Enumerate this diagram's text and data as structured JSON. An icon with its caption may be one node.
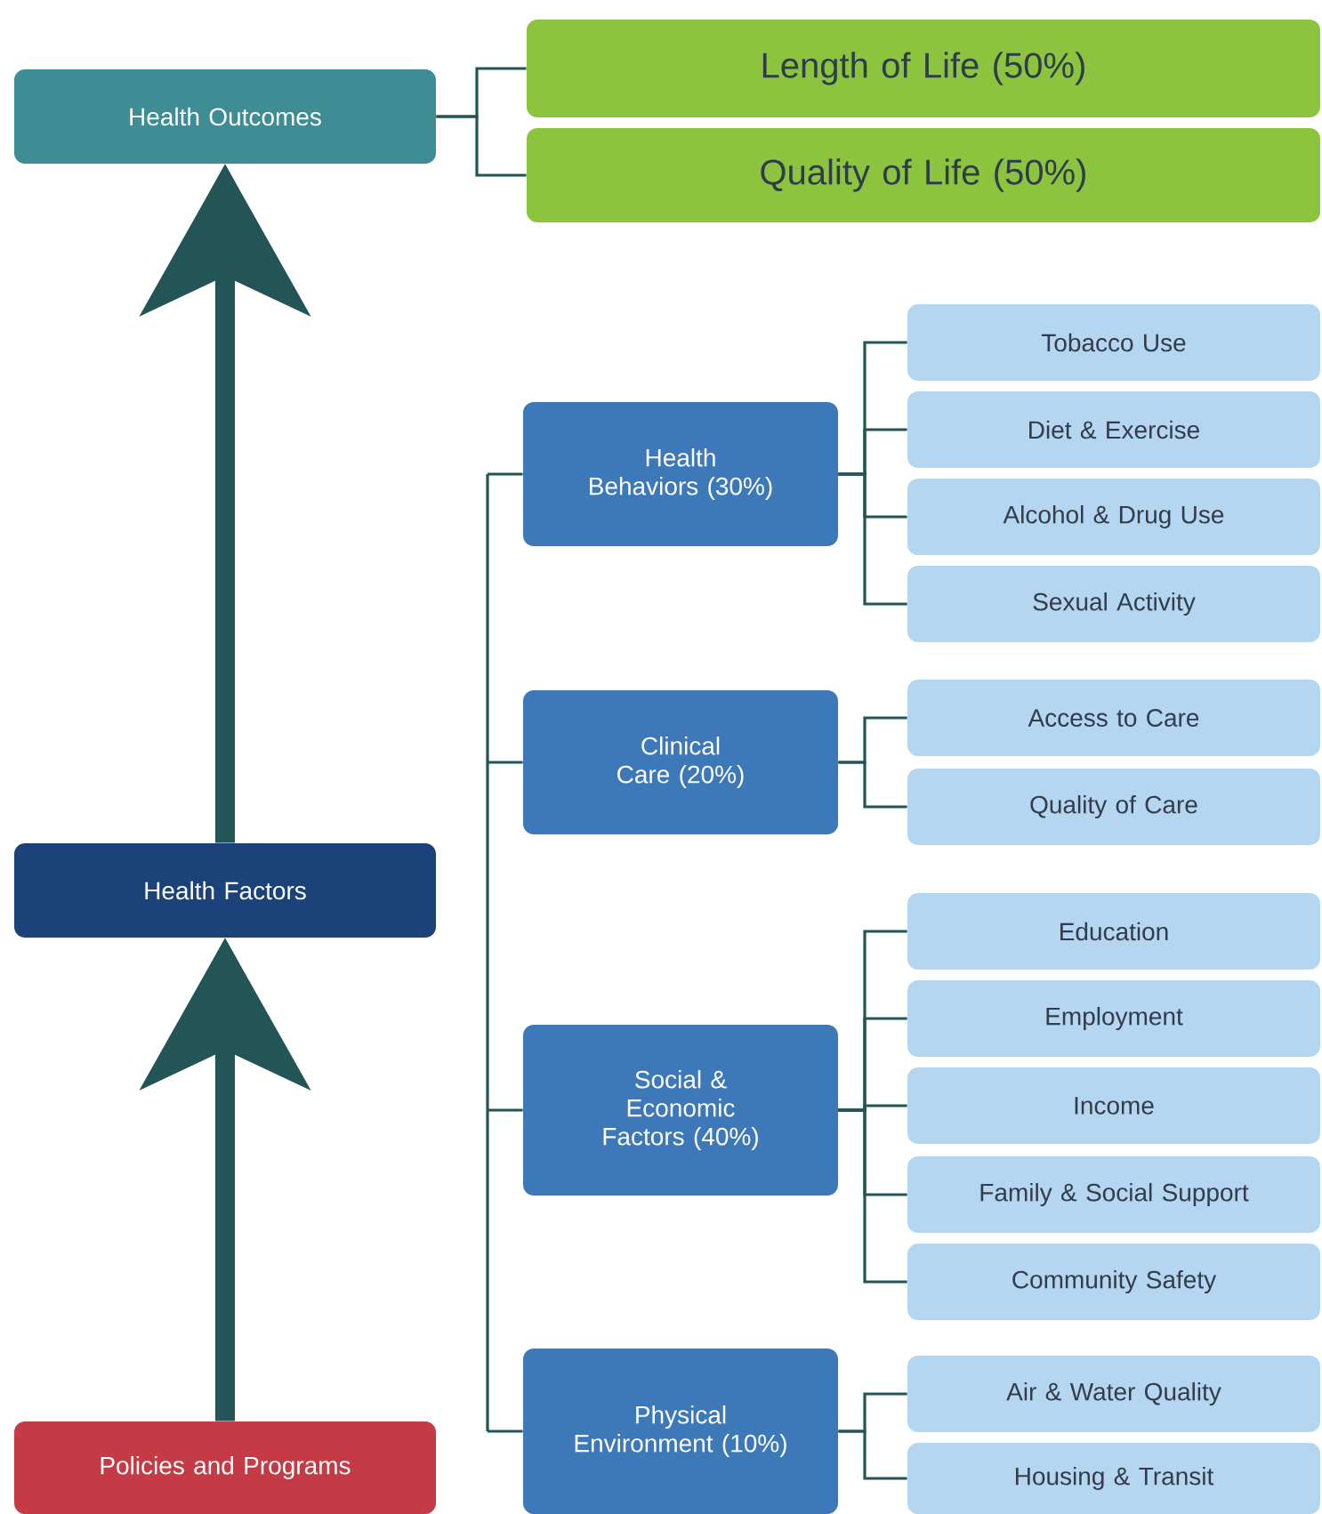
{
  "diagram": {
    "nodes": [
      {
        "text": [
          "Health Outcomes"
        ]
      },
      {
        "text": [
          "Length of Life (50%)"
        ]
      },
      {
        "text": [
          "Quality of Life (50%)"
        ]
      },
      {
        "text": [
          "Health Factors"
        ]
      },
      {
        "text": [
          "Health Behaviors (30%)"
        ]
      },
      {
        "text": [
          "Tobacco Use"
        ]
      },
      {
        "text": [
          "Diet & Exercise"
        ]
      },
      {
        "text": [
          "Alcohol & Drug Use"
        ]
      },
      {
        "text": [
          "Sexual Activity"
        ]
      },
      {
        "text": [
          "Clinical Care (20%)"
        ]
      },
      {
        "text": [
          "Access to Care"
        ]
      },
      {
        "text": [
          "Quality of Care"
        ]
      },
      {
        "text": [
          "Social & Economic Factors (40%)"
        ]
      },
      {
        "text": [
          "Education"
        ]
      },
      {
        "text": [
          "Employment"
        ]
      },
      {
        "text": [
          "Income"
        ]
      },
      {
        "text": [
          "Family & Social Support"
        ]
      },
      {
        "text": [
          "Community Safety"
        ]
      },
      {
        "text": [
          "Physical Environment (10%)"
        ]
      },
      {
        "text": [
          "Air & Water Quality"
        ]
      },
      {
        "text": [
          "Housing & Transit"
        ]
      },
      {
        "text": [
          "Policies and Programs"
        ]
      }
    ],
    "edges": [
      {
        "from": 0,
        "to": 1,
        "arrow": "none"
      },
      {
        "from": 0,
        "to": 2,
        "arrow": "none"
      },
      {
        "from": 4,
        "to": 5,
        "arrow": "none"
      },
      {
        "from": 4,
        "to": 6,
        "arrow": "none"
      },
      {
        "from": 4,
        "to": 7,
        "arrow": "none"
      },
      {
        "from": 4,
        "to": 8,
        "arrow": "none"
      },
      {
        "from": 9,
        "to": 10,
        "arrow": "none"
      },
      {
        "from": 9,
        "to": 11,
        "arrow": "none"
      },
      {
        "from": 12,
        "to": 13,
        "arrow": "none"
      },
      {
        "from": 12,
        "to": 14,
        "arrow": "none"
      },
      {
        "from": 12,
        "to": 15,
        "arrow": "none"
      },
      {
        "from": 12,
        "to": 16,
        "arrow": "none"
      },
      {
        "from": 12,
        "to": 17,
        "arrow": "none"
      },
      {
        "from": 18,
        "to": 19,
        "arrow": "none"
      },
      {
        "from": 18,
        "to": 20,
        "arrow": "none"
      },
      {
        "from": null,
        "to": 4,
        "arrow": "none"
      },
      {
        "from": null,
        "to": 9,
        "arrow": "none"
      },
      {
        "from": null,
        "to": 12,
        "arrow": "none"
      },
      {
        "from": null,
        "to": 18,
        "arrow": "none"
      },
      {
        "from": 21,
        "to": 3,
        "arrow": "to",
        "style": "thick"
      },
      {
        "from": 3,
        "to": 0,
        "arrow": "to",
        "style": "thick"
      }
    ]
  }
}
